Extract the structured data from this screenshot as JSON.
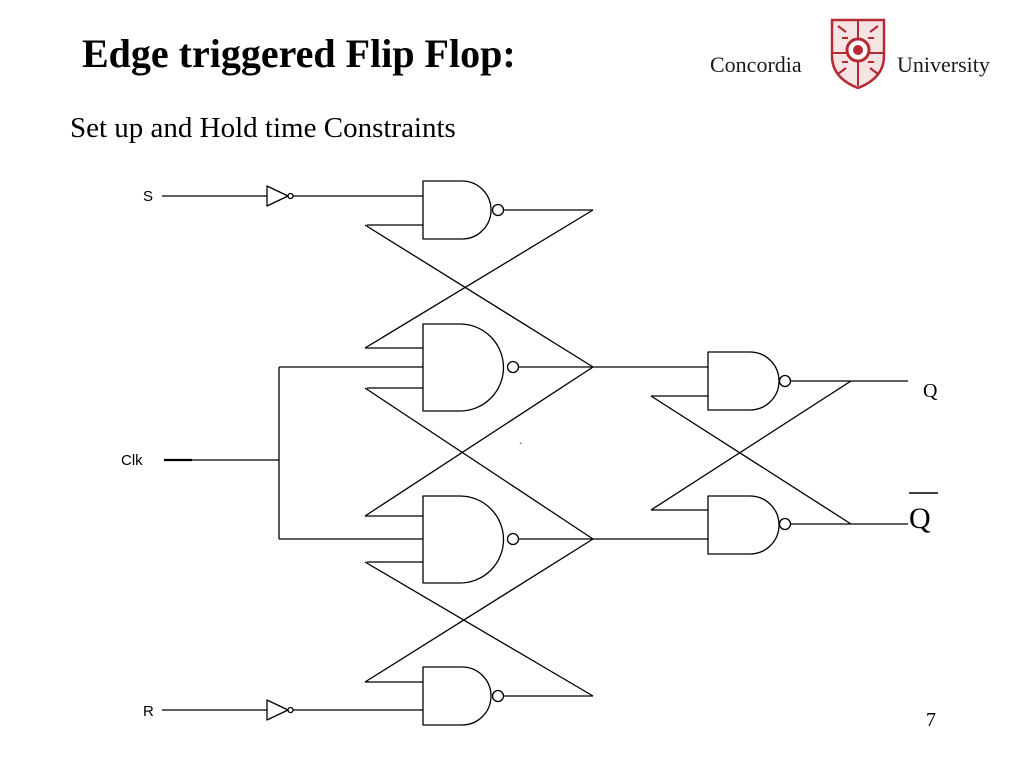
{
  "slide": {
    "title": "Edge triggered Flip Flop:",
    "subtitle": "Set up and Hold time Constraints",
    "page_number": "7"
  },
  "logo": {
    "left_word": "Concordia",
    "right_word": "University",
    "crest_color": "#b52a35"
  },
  "circuit": {
    "input_s": "S",
    "input_clk": "Clk",
    "input_r": "R",
    "output_q": "Q",
    "output_qbar": "Q",
    "stray_mark": "`"
  }
}
